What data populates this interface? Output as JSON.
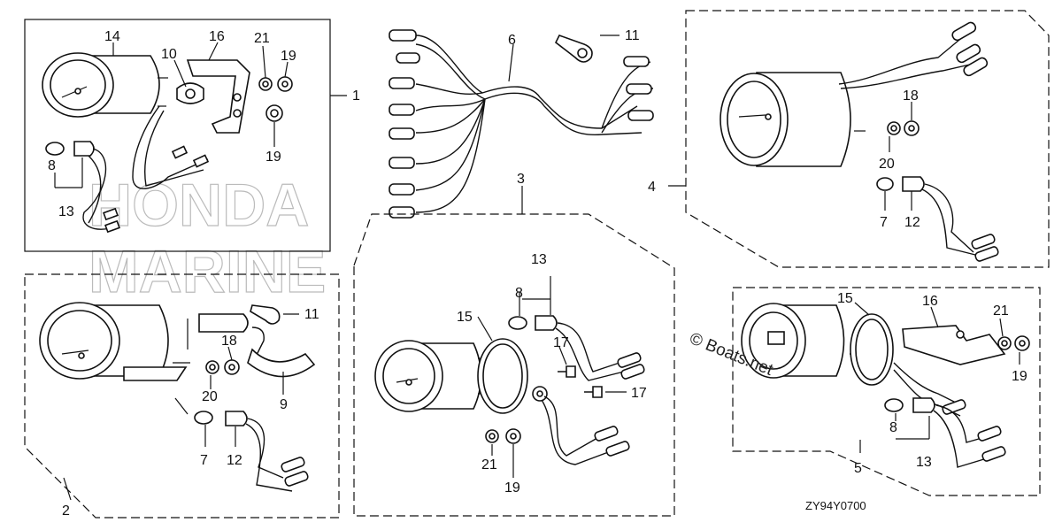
{
  "brand": {
    "line1": "HONDA",
    "line2": "MARINE"
  },
  "watermark": {
    "text": "© Boats.net"
  },
  "diagram_code": "ZY94Y0700",
  "callouts": {
    "group1": [
      "1",
      "14",
      "16",
      "10",
      "21",
      "19",
      "19",
      "8",
      "13"
    ],
    "group2": [
      "2",
      "11",
      "18",
      "20",
      "9",
      "7",
      "12"
    ],
    "group3": [
      "3",
      "13",
      "8",
      "15",
      "17",
      "17",
      "21",
      "19"
    ],
    "group4": [
      "4",
      "18",
      "20",
      "7",
      "12"
    ],
    "group5": [
      "5",
      "15",
      "16",
      "21",
      "19",
      "8",
      "13"
    ],
    "harness": [
      "6",
      "11"
    ]
  }
}
